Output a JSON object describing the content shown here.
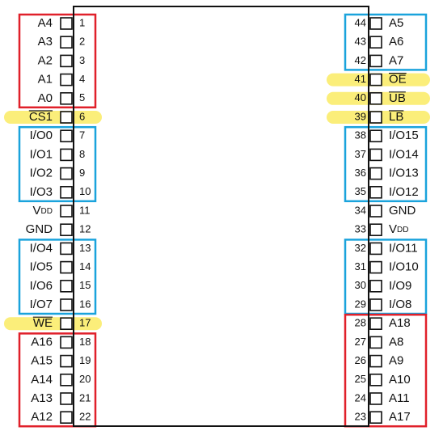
{
  "pins": [
    {
      "num": "1",
      "label": "A4",
      "side": "left",
      "highlight": false,
      "overline": false
    },
    {
      "num": "2",
      "label": "A3",
      "side": "left",
      "highlight": false,
      "overline": false
    },
    {
      "num": "3",
      "label": "A2",
      "side": "left",
      "highlight": false,
      "overline": false
    },
    {
      "num": "4",
      "label": "A1",
      "side": "left",
      "highlight": false,
      "overline": false
    },
    {
      "num": "5",
      "label": "A0",
      "side": "left",
      "highlight": false,
      "overline": false
    },
    {
      "num": "6",
      "label": "CS1",
      "side": "left",
      "highlight": true,
      "overline": true
    },
    {
      "num": "7",
      "label": "I/O0",
      "side": "left",
      "highlight": false,
      "overline": false
    },
    {
      "num": "8",
      "label": "I/O1",
      "side": "left",
      "highlight": false,
      "overline": false
    },
    {
      "num": "9",
      "label": "I/O2",
      "side": "left",
      "highlight": false,
      "overline": false
    },
    {
      "num": "10",
      "label": "I/O3",
      "side": "left",
      "highlight": false,
      "overline": false
    },
    {
      "num": "11",
      "label": "VDD",
      "side": "left",
      "highlight": false,
      "overline": false
    },
    {
      "num": "12",
      "label": "GND",
      "side": "left",
      "highlight": false,
      "overline": false
    },
    {
      "num": "13",
      "label": "I/O4",
      "side": "left",
      "highlight": false,
      "overline": false
    },
    {
      "num": "14",
      "label": "I/O5",
      "side": "left",
      "highlight": false,
      "overline": false
    },
    {
      "num": "15",
      "label": "I/O6",
      "side": "left",
      "highlight": false,
      "overline": false
    },
    {
      "num": "16",
      "label": "I/O7",
      "side": "left",
      "highlight": false,
      "overline": false
    },
    {
      "num": "17",
      "label": "WE",
      "side": "left",
      "highlight": true,
      "overline": true
    },
    {
      "num": "18",
      "label": "A16",
      "side": "left",
      "highlight": false,
      "overline": false
    },
    {
      "num": "19",
      "label": "A15",
      "side": "left",
      "highlight": false,
      "overline": false
    },
    {
      "num": "20",
      "label": "A14",
      "side": "left",
      "highlight": false,
      "overline": false
    },
    {
      "num": "21",
      "label": "A13",
      "side": "left",
      "highlight": false,
      "overline": false
    },
    {
      "num": "22",
      "label": "A12",
      "side": "left",
      "highlight": false,
      "overline": false
    },
    {
      "num": "44",
      "label": "A5",
      "side": "right",
      "highlight": false,
      "overline": false
    },
    {
      "num": "43",
      "label": "A6",
      "side": "right",
      "highlight": false,
      "overline": false
    },
    {
      "num": "42",
      "label": "A7",
      "side": "right",
      "highlight": false,
      "overline": false
    },
    {
      "num": "41",
      "label": "OE",
      "side": "right",
      "highlight": true,
      "overline": true
    },
    {
      "num": "40",
      "label": "UB",
      "side": "right",
      "highlight": true,
      "overline": true
    },
    {
      "num": "39",
      "label": "LB",
      "side": "right",
      "highlight": true,
      "overline": true
    },
    {
      "num": "38",
      "label": "I/O15",
      "side": "right",
      "highlight": false,
      "overline": false
    },
    {
      "num": "37",
      "label": "I/O14",
      "side": "right",
      "highlight": false,
      "overline": false
    },
    {
      "num": "36",
      "label": "I/O13",
      "side": "right",
      "highlight": false,
      "overline": false
    },
    {
      "num": "35",
      "label": "I/O12",
      "side": "right",
      "highlight": false,
      "overline": false
    },
    {
      "num": "34",
      "label": "GND",
      "side": "right",
      "highlight": false,
      "overline": false
    },
    {
      "num": "33",
      "label": "VDD",
      "side": "right",
      "highlight": false,
      "overline": false
    },
    {
      "num": "32",
      "label": "I/O11",
      "side": "right",
      "highlight": false,
      "overline": false
    },
    {
      "num": "31",
      "label": "I/O10",
      "side": "right",
      "highlight": false,
      "overline": false
    },
    {
      "num": "30",
      "label": "I/O9",
      "side": "right",
      "highlight": false,
      "overline": false
    },
    {
      "num": "29",
      "label": "I/O8",
      "side": "right",
      "highlight": false,
      "overline": false
    },
    {
      "num": "28",
      "label": "A18",
      "side": "right",
      "highlight": false,
      "overline": false
    },
    {
      "num": "27",
      "label": "A8",
      "side": "right",
      "highlight": false,
      "overline": false
    },
    {
      "num": "26",
      "label": "A9",
      "side": "right",
      "highlight": false,
      "overline": false
    },
    {
      "num": "25",
      "label": "A10",
      "side": "right",
      "highlight": false,
      "overline": false
    },
    {
      "num": "24",
      "label": "A11",
      "side": "right",
      "highlight": false,
      "overline": false
    },
    {
      "num": "23",
      "label": "A17",
      "side": "right",
      "highlight": false,
      "overline": false
    }
  ],
  "groups": [
    {
      "name": "address-group-left-top",
      "side": "left",
      "first_pin": "1",
      "last_pin": "5",
      "color": "#e0202a"
    },
    {
      "name": "io-group-left-upper",
      "side": "left",
      "first_pin": "7",
      "last_pin": "10",
      "color": "#1aa3dc"
    },
    {
      "name": "io-group-left-lower",
      "side": "left",
      "first_pin": "13",
      "last_pin": "16",
      "color": "#1aa3dc"
    },
    {
      "name": "address-group-left-bottom",
      "side": "left",
      "first_pin": "18",
      "last_pin": "22",
      "color": "#e0202a"
    },
    {
      "name": "address-group-right-top",
      "side": "right",
      "first_pin": "44",
      "last_pin": "42",
      "color": "#1aa3dc"
    },
    {
      "name": "io-group-right-upper",
      "side": "right",
      "first_pin": "38",
      "last_pin": "35",
      "color": "#1aa3dc"
    },
    {
      "name": "io-group-right-lower",
      "side": "right",
      "first_pin": "32",
      "last_pin": "29",
      "color": "#1aa3dc"
    },
    {
      "name": "address-group-right-bottom",
      "side": "right",
      "first_pin": "28",
      "last_pin": "23",
      "color": "#e0202a"
    }
  ],
  "colors": {
    "highlight": "#fbee7a",
    "outline": "#111111",
    "text": "#111111"
  }
}
